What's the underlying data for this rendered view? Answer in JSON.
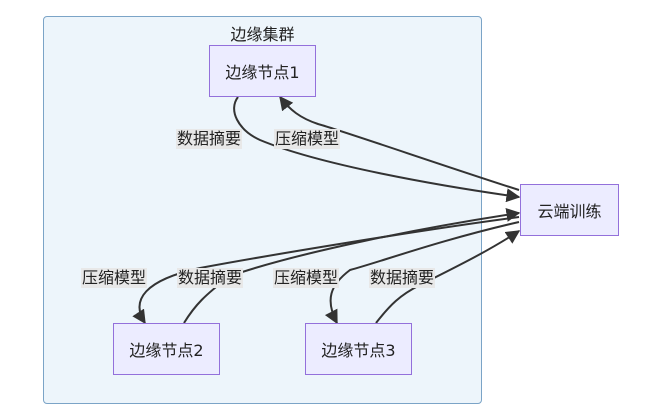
{
  "cluster": {
    "title": "边缘集群"
  },
  "nodes": {
    "edge1": "边缘节点1",
    "edge2": "边缘节点2",
    "edge3": "边缘节点3",
    "cloud": "云端训练"
  },
  "edges": [
    {
      "from": "边缘节点1",
      "to": "云端训练",
      "label": "数据摘要"
    },
    {
      "from": "云端训练",
      "to": "边缘节点1",
      "label": "压缩模型"
    },
    {
      "from": "边缘节点2",
      "to": "云端训练",
      "label": "数据摘要"
    },
    {
      "from": "云端训练",
      "to": "边缘节点2",
      "label": "压缩模型"
    },
    {
      "from": "边缘节点3",
      "to": "云端训练",
      "label": "数据摘要"
    },
    {
      "from": "云端训练",
      "to": "边缘节点3",
      "label": "压缩模型"
    }
  ],
  "colors": {
    "cluster_fill": "#edf5fb",
    "cluster_border": "#7ba4c7",
    "node_fill": "#ececff",
    "node_border": "#9370db",
    "edge": "#333333",
    "label_bg": "#e8e8e8"
  }
}
